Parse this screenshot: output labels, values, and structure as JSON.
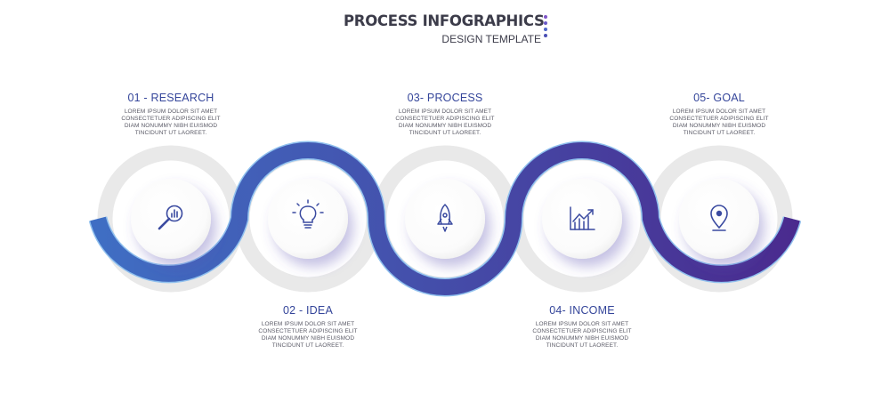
{
  "header": {
    "title": "PROCESS INFOGRAPHICS",
    "subtitle": "DESIGN TEMPLATE",
    "dot_colors": [
      "#7f55c8",
      "#6a59c7",
      "#4e67c9",
      "#4a4fb5"
    ]
  },
  "colors": {
    "track": "#e9e9e9",
    "gradient_start": "#3f6fc4",
    "gradient_end": "#4a2a8e",
    "icon": "#3a4aa0"
  },
  "steps": [
    {
      "title": "01 - RESEARCH",
      "icon": "magnifier-chart-icon",
      "description": [
        "LOREM IPSUM DOLOR SIT AMET",
        "CONSECTETUER ADIPISCING ELIT",
        "DIAM NONUMMY NIBH EUISMOD",
        "TINCIDUNT UT LAOREET."
      ]
    },
    {
      "title": "02 - IDEA",
      "icon": "lightbulb-icon",
      "description": [
        "LOREM IPSUM DOLOR SIT AMET",
        "CONSECTETUER ADIPISCING ELIT",
        "DIAM NONUMMY NIBH EUISMOD",
        "TINCIDUNT UT LAOREET."
      ]
    },
    {
      "title": "03- PROCESS",
      "icon": "rocket-icon",
      "description": [
        "LOREM IPSUM DOLOR SIT AMET",
        "CONSECTETUER ADIPISCING ELIT",
        "DIAM NONUMMY NIBH EUISMOD",
        "TINCIDUNT UT LAOREET."
      ]
    },
    {
      "title": "04- INCOME",
      "icon": "growth-chart-icon",
      "description": [
        "LOREM IPSUM DOLOR SIT AMET",
        "CONSECTETUER ADIPISCING ELIT",
        "DIAM NONUMMY NIBH EUISMOD",
        "TINCIDUNT UT LAOREET."
      ]
    },
    {
      "title": "05- GOAL",
      "icon": "location-pin-icon",
      "description": [
        "LOREM IPSUM DOLOR SIT AMET",
        "CONSECTETUER ADIPISCING ELIT",
        "DIAM NONUMMY NIBH EUISMOD",
        "TINCIDUNT UT LAOREET."
      ]
    }
  ],
  "stock_id": "847573051"
}
